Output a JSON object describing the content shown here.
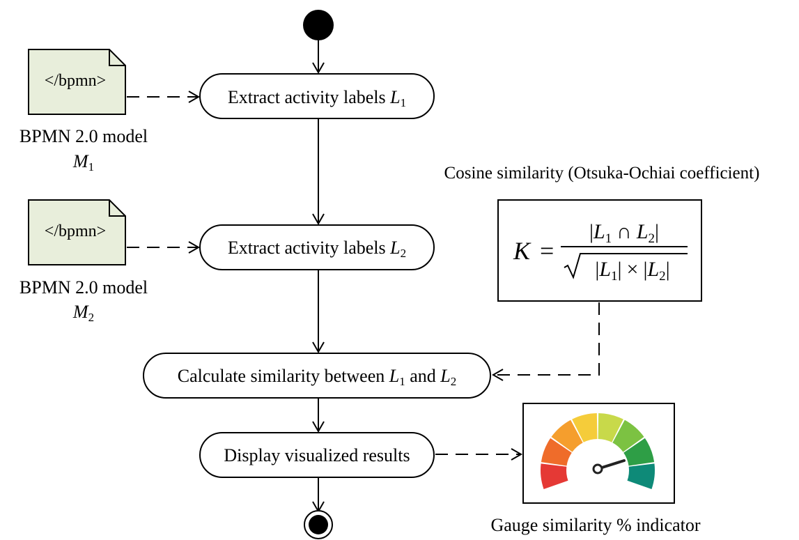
{
  "nodes": {
    "extract1": {
      "text": "Extract activity labels ",
      "var": "L",
      "sub": "1"
    },
    "extract2": {
      "text": "Extract activity labels ",
      "var": "L",
      "sub": "2"
    },
    "calculate": {
      "text": "Calculate similarity between ",
      "var1": "L",
      "sub1": "1",
      "and": " and ",
      "var2": "L",
      "sub2": "2"
    },
    "display": {
      "text": "Display visualized results"
    }
  },
  "artifacts": {
    "model1": {
      "doc_text": "</bpmn>",
      "caption": "BPMN 2.0 model",
      "var": "M",
      "sub": "1"
    },
    "model2": {
      "doc_text": "</bpmn>",
      "caption": "BPMN 2.0 model",
      "var": "M",
      "sub": "2"
    }
  },
  "formula": {
    "title": "Cosine similarity (Otsuka-Ochiai coefficient)",
    "lhs": "K",
    "eq": "=",
    "var": "L",
    "sub1": "1",
    "sub2": "2",
    "cap": "∩",
    "times": "×",
    "bar": "|"
  },
  "gauge": {
    "caption": "Gauge similarity % indicator",
    "segment_colors": [
      "#e53935",
      "#ef6c2a",
      "#f59e2d",
      "#f5cc3a",
      "#c8d94a",
      "#7cc242",
      "#2e9e46",
      "#0e8a78"
    ]
  },
  "colors": {
    "document_fill": "#e8eedb",
    "line": "#000000"
  }
}
